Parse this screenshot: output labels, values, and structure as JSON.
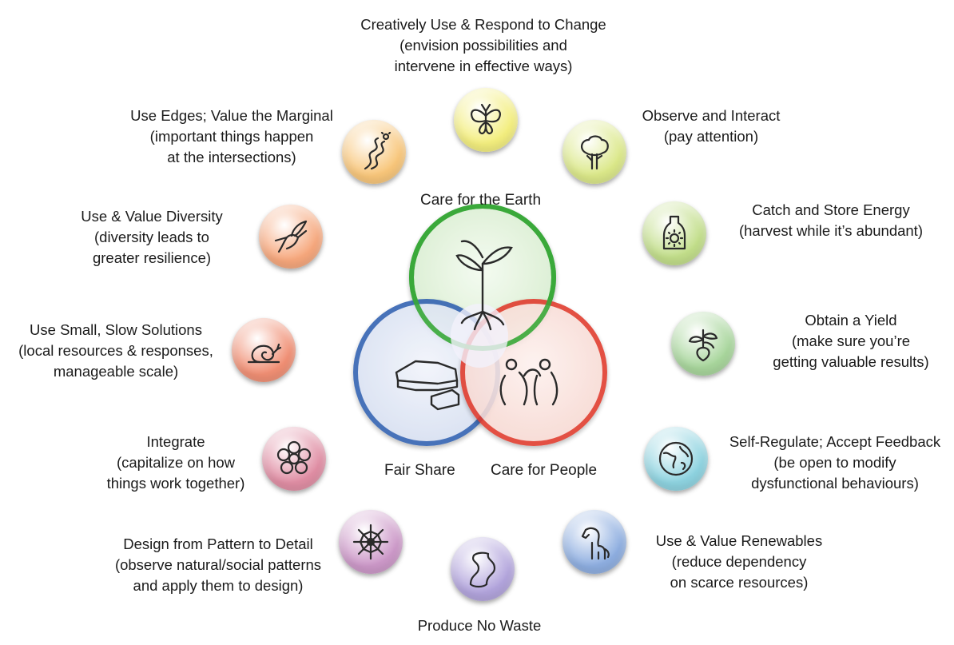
{
  "ethics": {
    "earth": "Care for the Earth",
    "people": "Care for People",
    "fair_share": "Fair Share",
    "colors": {
      "earth": "#3aa83a",
      "people": "#e0392b",
      "fair_share": "#2f5fb0"
    }
  },
  "principles": [
    {
      "title": "Creatively Use & Respond to Change",
      "sub1": "(envision possibilities and",
      "sub2": "intervene in effective ways)",
      "icon": "butterfly-icon",
      "color": "#f3ee7e"
    },
    {
      "title": "Observe and Interact",
      "sub1": "(pay attention)",
      "sub2": "",
      "icon": "tree-icon",
      "color": "#dbe889"
    },
    {
      "title": "Catch and Store Energy",
      "sub1": "(harvest while it’s abundant)",
      "sub2": "",
      "icon": "sun-jar-icon",
      "color": "#c2de8a"
    },
    {
      "title": "Obtain a Yield",
      "sub1": "(make sure you’re",
      "sub2": "getting valuable results)",
      "icon": "radish-icon",
      "color": "#a8d69c"
    },
    {
      "title": "Self-Regulate; Accept Feedback",
      "sub1": "(be open to modify",
      "sub2": "dysfunctional behaviours)",
      "icon": "globe-icon",
      "color": "#8ed3e0"
    },
    {
      "title": "Use & Value Renewables",
      "sub1": "(reduce dependency",
      "sub2": "on scarce resources)",
      "icon": "horse-icon",
      "color": "#8eaee0"
    },
    {
      "title": "Produce No Waste",
      "sub1": "",
      "sub2": "",
      "icon": "worm-icon",
      "color": "#b2a4dc"
    },
    {
      "title": "Design from Pattern to Detail",
      "sub1": "(observe natural/social patterns",
      "sub2": "and apply them to design)",
      "icon": "spiderweb-icon",
      "color": "#cc98c8"
    },
    {
      "title": "Integrate",
      "sub1": "(capitalize on how",
      "sub2": "things work together)",
      "icon": "flower-icon",
      "color": "#e08ea4"
    },
    {
      "title": "Use Small, Slow Solutions",
      "sub1": "(local resources & responses,",
      "sub2": "manageable scale)",
      "icon": "snail-icon",
      "color": "#f08f74"
    },
    {
      "title": "Use & Value Diversity",
      "sub1": "(diversity leads to",
      "sub2": "greater resilience)",
      "icon": "hummingbird-icon",
      "color": "#f6a77c"
    },
    {
      "title": "Use Edges; Value the Marginal",
      "sub1": "(important things happen",
      "sub2": "at the intersections)",
      "icon": "river-icon",
      "color": "#f8c67a"
    }
  ]
}
